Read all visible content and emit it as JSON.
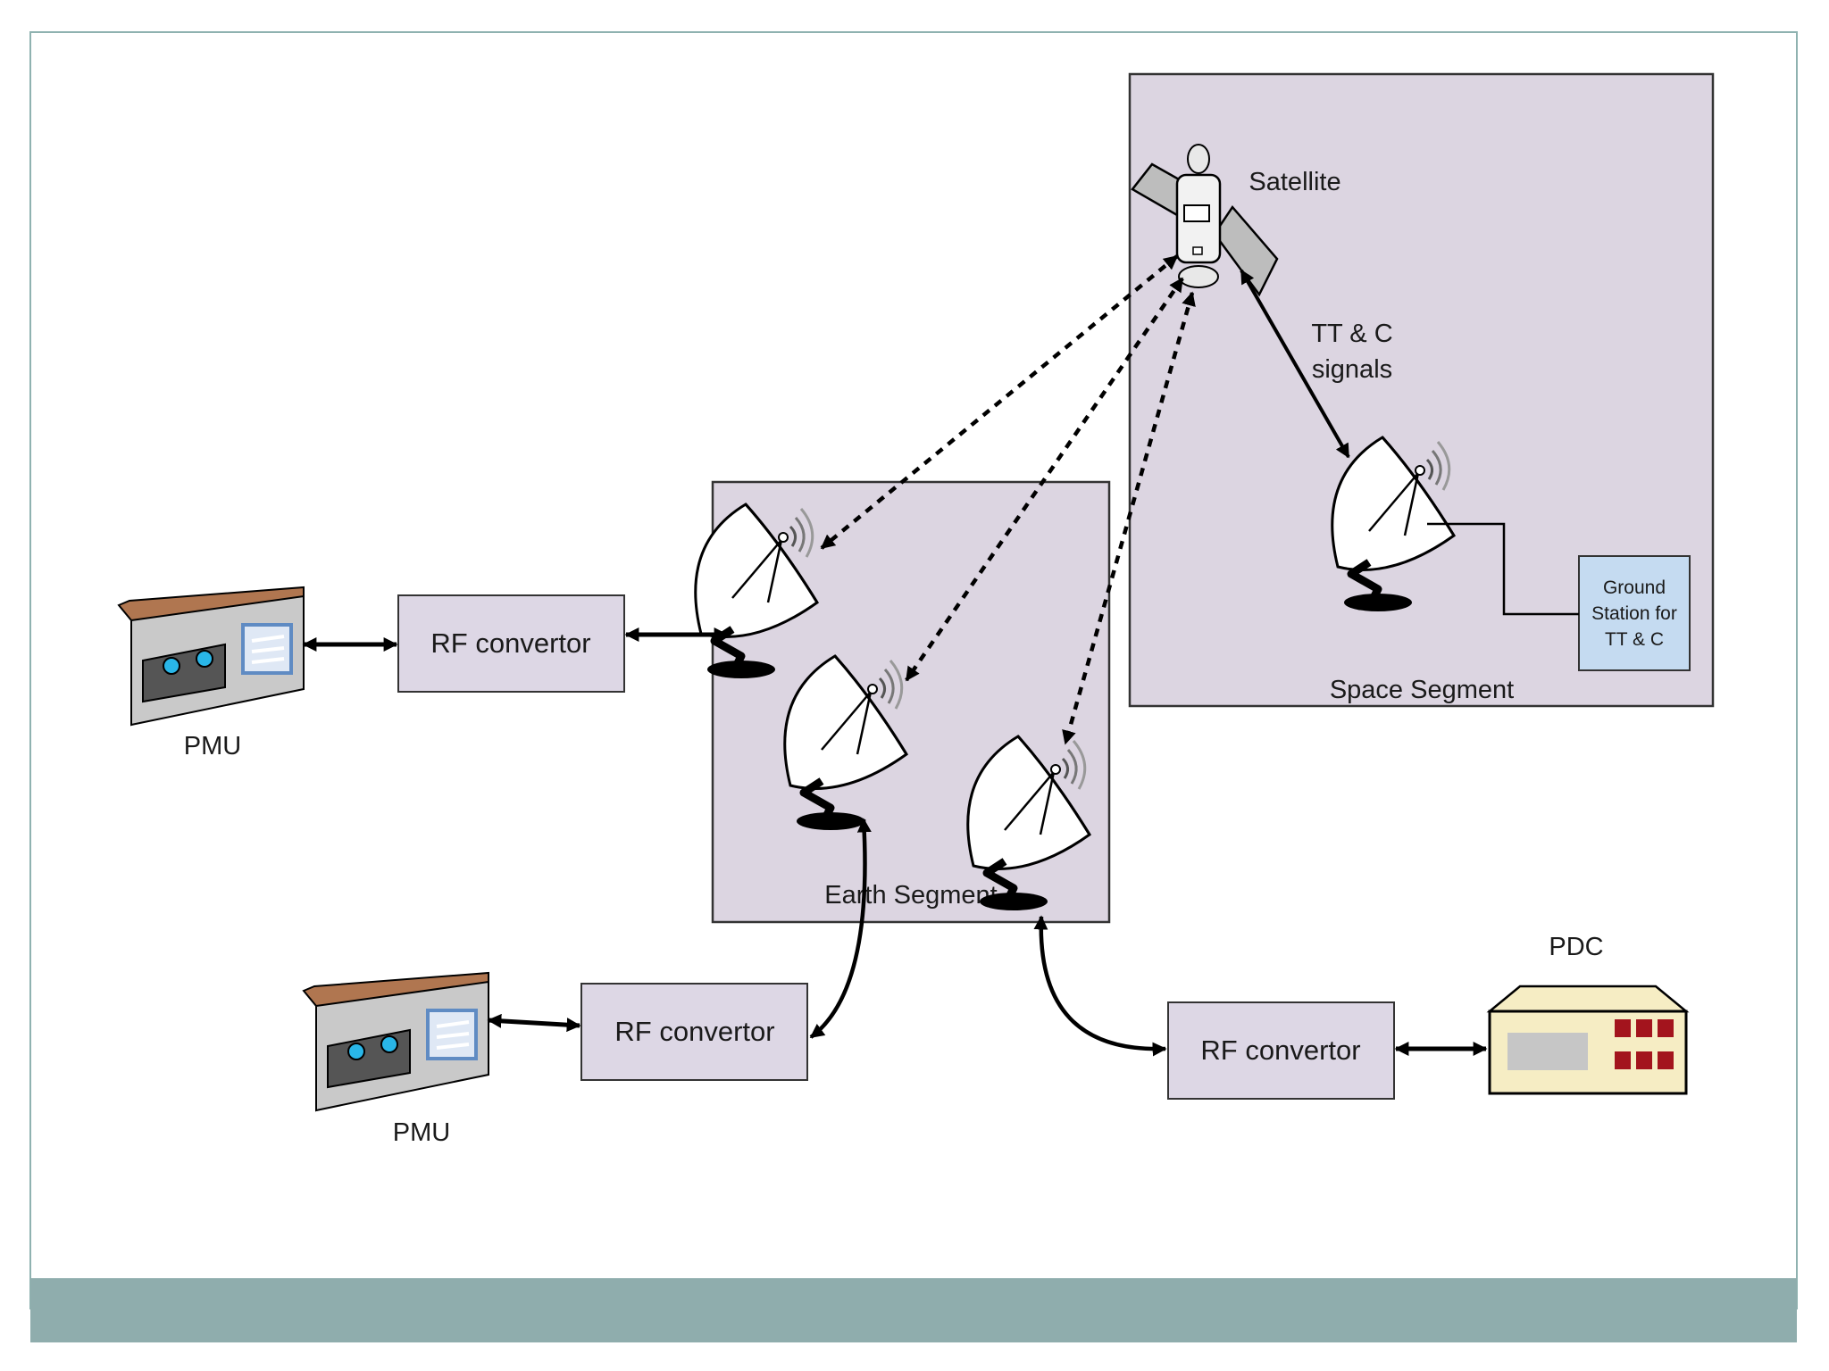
{
  "satellite": {
    "label": "Satellite"
  },
  "ttc_signals": {
    "line1": "TT & C",
    "line2": "signals"
  },
  "space_segment": {
    "label": "Space Segment"
  },
  "earth_segment": {
    "label": "Earth Segment"
  },
  "ground_station": {
    "line1": "Ground",
    "line2": "Station for",
    "line3": "TT & C"
  },
  "rf_convertor_1": {
    "label": "RF convertor"
  },
  "rf_convertor_2": {
    "label": "RF convertor"
  },
  "rf_convertor_3": {
    "label": "RF convertor"
  },
  "pmu_1": {
    "label": "PMU"
  },
  "pmu_2": {
    "label": "PMU"
  },
  "pdc": {
    "label": "PDC"
  },
  "colors": {
    "segment_fill": "#dcd5e1",
    "box_fill": "#ddd7e5",
    "ground_station_fill": "#c5dbf1",
    "footer_bar": "#8fadad",
    "frame_border": "#8fb2b0",
    "pdc_body": "#f6edc4",
    "pmu_panel": "#c9c9c9",
    "pmu_side": "#b07650",
    "led": "#29b6e8",
    "pdc_button": "#a3141d"
  }
}
